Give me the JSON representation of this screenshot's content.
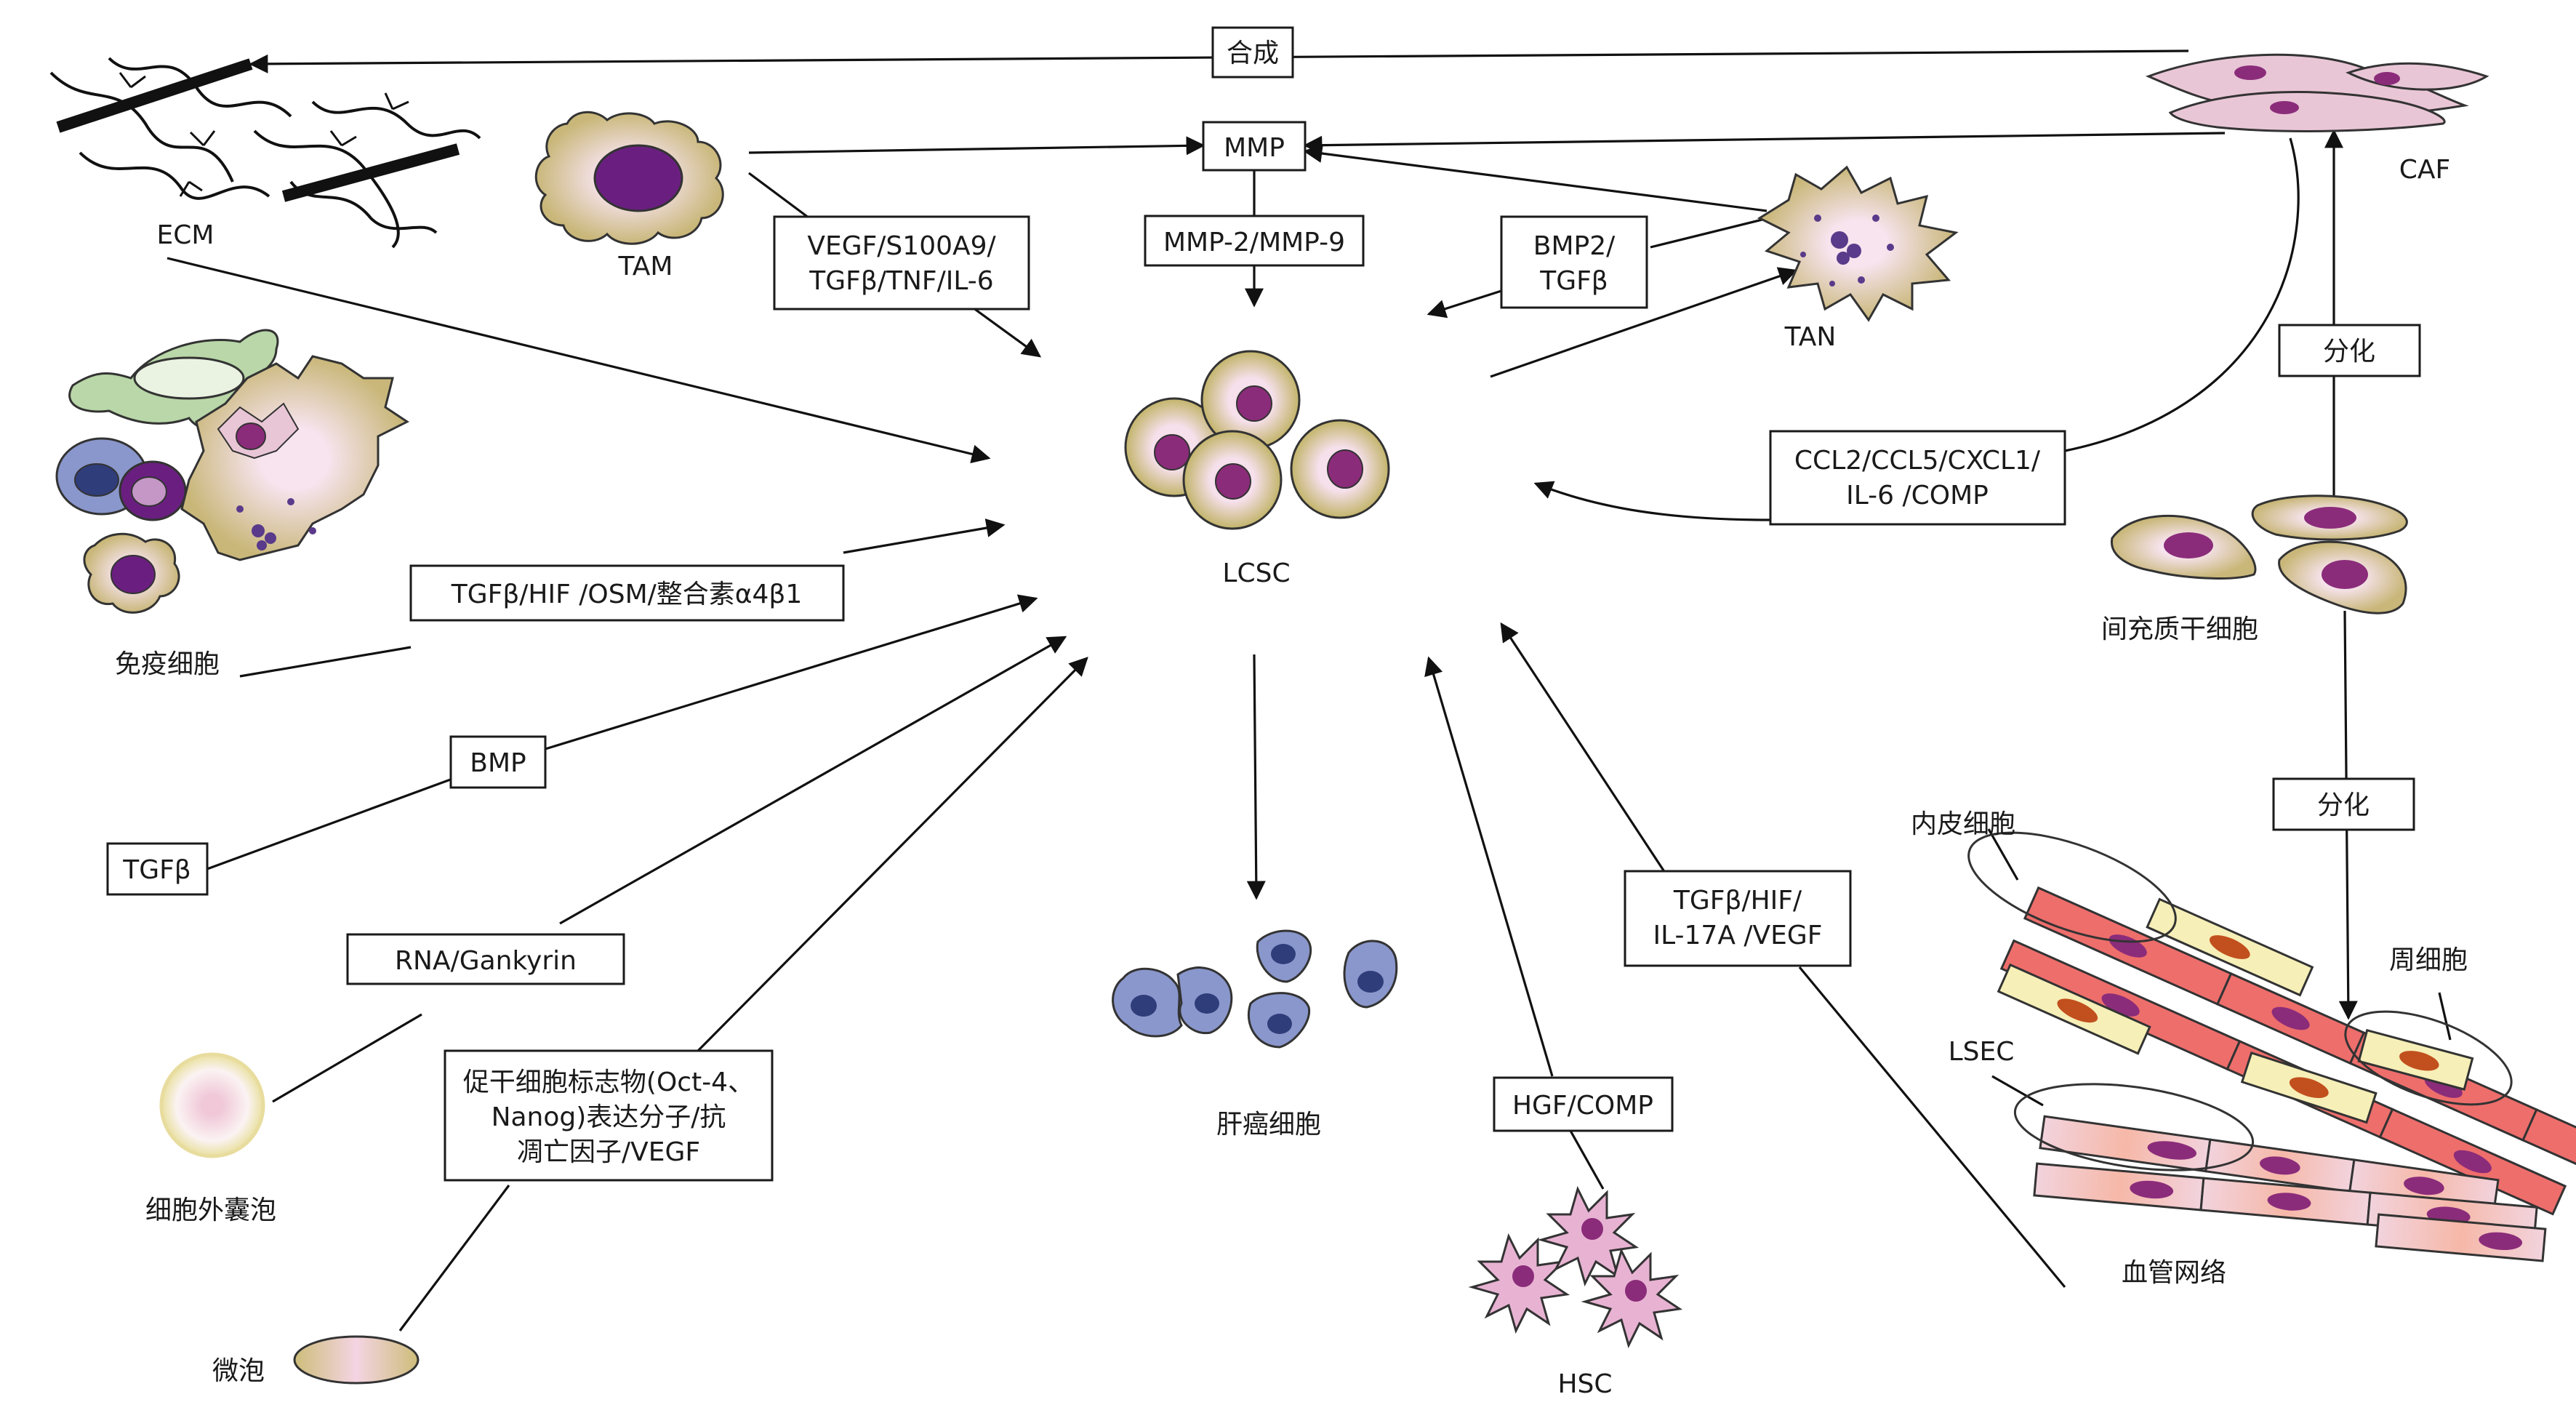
{
  "labels": {
    "ecm": "ECM",
    "tam": "TAM",
    "caf": "CAF",
    "tan": "TAN",
    "lcsc": "LCSC",
    "immune": "免疫细胞",
    "msc": "间充质干细胞",
    "hcc": "肝癌细胞",
    "exosome": "细胞外囊泡",
    "microvesicle": "微泡",
    "hsc": "HSC",
    "endothelial": "内皮细胞",
    "pericyte": "周细胞",
    "lsec": "LSEC",
    "vascular": "血管网络"
  },
  "boxes": {
    "synth": "合成",
    "mmp": "MMP",
    "mmp29": "MMP-2/MMP-9",
    "vegf_line1": "VEGF/S100A9/",
    "vegf_line2": "TGFβ/TNF/IL-6",
    "bmp2_line1": "BMP2/",
    "bmp2_line2": "TGFβ",
    "ccl_line1": "CCL2/CCL5/CXCL1/",
    "ccl_line2": "IL-6 /COMP",
    "diff1": "分化",
    "diff2": "分化",
    "tgf_hif": "TGFβ/HIF /OSM/整合素α4β1",
    "bmp": "BMP",
    "tgfb": "TGFβ",
    "rna": "RNA/Gankyrin",
    "stem_line1": "促干细胞标志物(Oct-4、",
    "stem_line2": "Nanog)表达分子/抗",
    "stem_line3": "凋亡因子/VEGF",
    "hgf": "HGF/COMP",
    "il17_line1": "TGFβ/HIF/",
    "il17_line2": "IL-17A /VEGF"
  },
  "colors": {
    "cell_outer": "#c9b77a",
    "cell_inner": "#f3dce8",
    "nucleus": "#8b2c7a",
    "nucleus_dark": "#5a1f6e",
    "blue_cell": "#8a97cc",
    "blue_nucleus": "#2f3d7a",
    "green_cell": "#b9d7a8",
    "endothelial_red": "#ee6e6c",
    "pericyte_yellow": "#f6efb7",
    "lsec_pink": "#f4d6de",
    "hsc_pink": "#e8b3d3"
  }
}
